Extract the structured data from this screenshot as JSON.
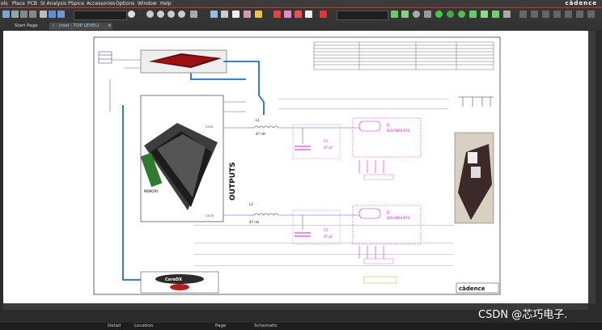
{
  "menu": [
    "ols",
    "Place",
    "PCB",
    "SI Analysis",
    "PSpice",
    "Accessories",
    "Options",
    "Window",
    "Help"
  ],
  "brand": "cādence",
  "tabs": [
    "Start Page",
    "/ - (root : TOP LEVEL)"
  ],
  "schematic": {
    "inductor1_label": "L1",
    "inductor1_value": "47 nH",
    "inductor2_label": "L2",
    "inductor2_value": "47 nH",
    "cap1_label": "C1",
    "cap1_value": "47 pF",
    "cap2_label": "C2",
    "cap2_value": "47 pF",
    "conn1_label": "J1",
    "conn1_part": "901-9894-RFX",
    "conn2_label": "J2",
    "conn2_part": "901-9894-RFX",
    "outputs_text": "OUTPUTS",
    "memory_label": "MEMORY",
    "pin_outa": "OUTA",
    "pin_outb": "OUTB",
    "logo_text": "CoreDX",
    "cadence_logo": "cādence"
  },
  "status": {
    "detail": "Detail",
    "location": "Location",
    "page": "Page",
    "schematic": "Schematic"
  },
  "watermark": "CSDN @芯巧电子."
}
